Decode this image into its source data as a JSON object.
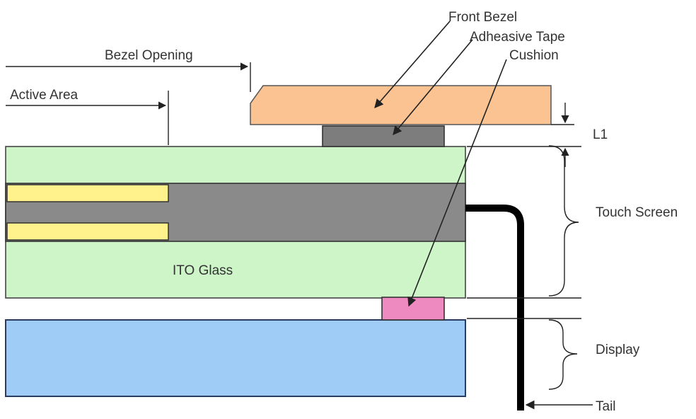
{
  "labels": {
    "front_bezel": "Front Bezel",
    "adhesive_tape": "Adheasive Tape",
    "cushion": "Cushion",
    "bezel_opening": "Bezel Opening",
    "active_area": "Active Area",
    "l1": "L1",
    "touch_screen": "Touch Screen",
    "ito_glass": "ITO Glass",
    "display": "Display",
    "tail": "Tail"
  },
  "colors": {
    "bezel": "#fbc392",
    "tape": "#7d7d7d",
    "glass": "#cdf5c8",
    "electrode": "#fff28c",
    "core": "#8a8a8a",
    "cushion": "#ef8ac0",
    "display": "#9fcbf7",
    "tail": "#000000",
    "line": "#222222"
  }
}
